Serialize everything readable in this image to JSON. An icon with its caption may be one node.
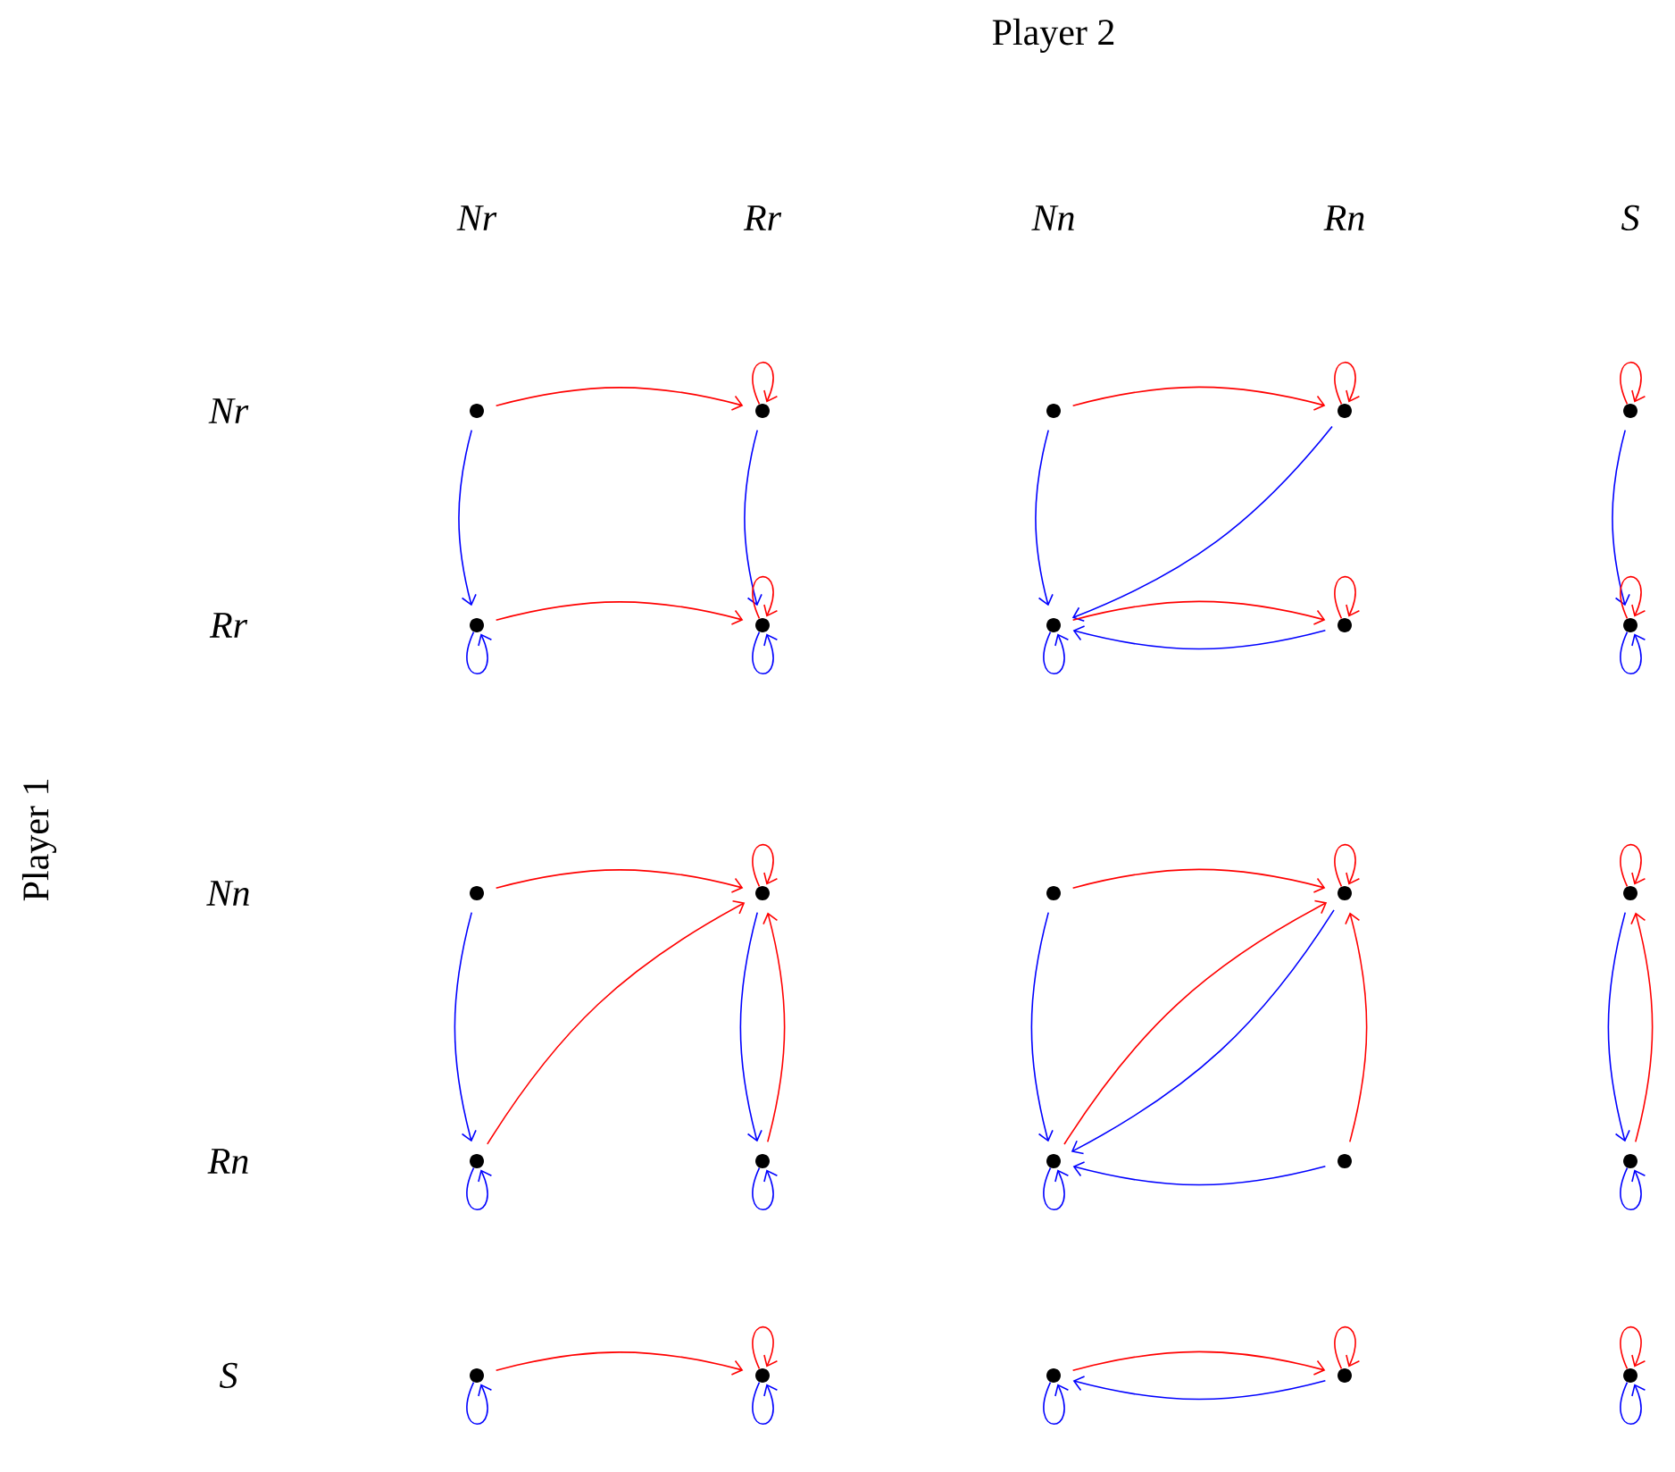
{
  "diagram": {
    "nodes": [
      {
        "text": [],
        "shape": "circle"
      },
      {
        "text": [],
        "shape": "circle"
      },
      {
        "text": [],
        "shape": "circle"
      },
      {
        "text": [],
        "shape": "circle"
      },
      {
        "text": [],
        "shape": "circle"
      },
      {
        "text": [],
        "shape": "circle"
      },
      {
        "text": [],
        "shape": "circle"
      },
      {
        "text": [],
        "shape": "circle"
      },
      {
        "text": [],
        "shape": "circle"
      },
      {
        "text": [],
        "shape": "circle"
      },
      {
        "text": [],
        "shape": "circle"
      },
      {
        "text": [],
        "shape": "circle"
      },
      {
        "text": [],
        "shape": "circle"
      },
      {
        "text": [],
        "shape": "circle"
      },
      {
        "text": [],
        "shape": "circle"
      },
      {
        "text": [],
        "shape": "circle"
      },
      {
        "text": [],
        "shape": "circle"
      },
      {
        "text": [],
        "shape": "circle"
      },
      {
        "text": [],
        "shape": "circle"
      },
      {
        "text": [],
        "shape": "circle"
      },
      {
        "text": [],
        "shape": "circle"
      },
      {
        "text": [],
        "shape": "circle"
      },
      {
        "text": [],
        "shape": "circle"
      },
      {
        "text": [],
        "shape": "circle"
      },
      {
        "text": [],
        "shape": "circle"
      }
    ],
    "edges": [
      {
        "from": 0,
        "to": 1,
        "arrow": "to",
        "color": "#ff0000"
      },
      {
        "from": 5,
        "to": 6,
        "arrow": "to",
        "color": "#ff0000"
      },
      {
        "from": 0,
        "to": 5,
        "arrow": "to",
        "color": "#0000ff"
      },
      {
        "from": 1,
        "to": 6,
        "arrow": "to",
        "color": "#0000ff"
      },
      {
        "from": 1,
        "to": 1,
        "arrow": "to",
        "color": "#ff0000"
      },
      {
        "from": 6,
        "to": 6,
        "arrow": "to",
        "color": "#ff0000"
      },
      {
        "from": 5,
        "to": 5,
        "arrow": "to",
        "color": "#0000ff"
      },
      {
        "from": 6,
        "to": 6,
        "arrow": "to",
        "color": "#0000ff"
      },
      {
        "from": 2,
        "to": 3,
        "arrow": "to",
        "color": "#ff0000"
      },
      {
        "from": 3,
        "to": 3,
        "arrow": "to",
        "color": "#ff0000"
      },
      {
        "from": 2,
        "to": 7,
        "arrow": "to",
        "color": "#0000ff"
      },
      {
        "from": 3,
        "to": 7,
        "arrow": "to",
        "color": "#0000ff"
      },
      {
        "from": 7,
        "to": 8,
        "arrow": "to",
        "color": "#ff0000"
      },
      {
        "from": 8,
        "to": 7,
        "arrow": "to",
        "color": "#0000ff"
      },
      {
        "from": 8,
        "to": 8,
        "arrow": "to",
        "color": "#ff0000"
      },
      {
        "from": 7,
        "to": 7,
        "arrow": "to",
        "color": "#0000ff"
      },
      {
        "from": 4,
        "to": 4,
        "arrow": "to",
        "color": "#ff0000"
      },
      {
        "from": 4,
        "to": 9,
        "arrow": "to",
        "color": "#0000ff"
      },
      {
        "from": 9,
        "to": 9,
        "arrow": "to",
        "color": "#ff0000"
      },
      {
        "from": 9,
        "to": 9,
        "arrow": "to",
        "color": "#0000ff"
      },
      {
        "from": 10,
        "to": 11,
        "arrow": "to",
        "color": "#ff0000"
      },
      {
        "from": 11,
        "to": 11,
        "arrow": "to",
        "color": "#ff0000"
      },
      {
        "from": 10,
        "to": 15,
        "arrow": "to",
        "color": "#0000ff"
      },
      {
        "from": 15,
        "to": 11,
        "arrow": "to",
        "color": "#ff0000"
      },
      {
        "from": 11,
        "to": 16,
        "arrow": "to",
        "color": "#0000ff"
      },
      {
        "from": 16,
        "to": 11,
        "arrow": "to",
        "color": "#ff0000"
      },
      {
        "from": 15,
        "to": 15,
        "arrow": "to",
        "color": "#0000ff"
      },
      {
        "from": 16,
        "to": 16,
        "arrow": "to",
        "color": "#0000ff"
      },
      {
        "from": 12,
        "to": 13,
        "arrow": "to",
        "color": "#ff0000"
      },
      {
        "from": 13,
        "to": 13,
        "arrow": "to",
        "color": "#ff0000"
      },
      {
        "from": 12,
        "to": 17,
        "arrow": "to",
        "color": "#0000ff"
      },
      {
        "from": 17,
        "to": 13,
        "arrow": "to",
        "color": "#ff0000"
      },
      {
        "from": 13,
        "to": 17,
        "arrow": "to",
        "color": "#0000ff"
      },
      {
        "from": 18,
        "to": 13,
        "arrow": "to",
        "color": "#ff0000"
      },
      {
        "from": 18,
        "to": 17,
        "arrow": "to",
        "color": "#0000ff"
      },
      {
        "from": 17,
        "to": 17,
        "arrow": "to",
        "color": "#0000ff"
      },
      {
        "from": 14,
        "to": 14,
        "arrow": "to",
        "color": "#ff0000"
      },
      {
        "from": 14,
        "to": 19,
        "arrow": "to",
        "color": "#0000ff"
      },
      {
        "from": 19,
        "to": 14,
        "arrow": "to",
        "color": "#ff0000"
      },
      {
        "from": 19,
        "to": 19,
        "arrow": "to",
        "color": "#0000ff"
      },
      {
        "from": 20,
        "to": 21,
        "arrow": "to",
        "color": "#ff0000"
      },
      {
        "from": 21,
        "to": 21,
        "arrow": "to",
        "color": "#ff0000"
      },
      {
        "from": 20,
        "to": 20,
        "arrow": "to",
        "color": "#0000ff"
      },
      {
        "from": 21,
        "to": 21,
        "arrow": "to",
        "color": "#0000ff"
      },
      {
        "from": 22,
        "to": 23,
        "arrow": "to",
        "color": "#ff0000"
      },
      {
        "from": 23,
        "to": 22,
        "arrow": "to",
        "color": "#0000ff"
      },
      {
        "from": 23,
        "to": 23,
        "arrow": "to",
        "color": "#ff0000"
      },
      {
        "from": 22,
        "to": 22,
        "arrow": "to",
        "color": "#0000ff"
      },
      {
        "from": 24,
        "to": 24,
        "arrow": "to",
        "color": "#ff0000"
      },
      {
        "from": 24,
        "to": 24,
        "arrow": "to",
        "color": "#0000ff"
      }
    ],
    "labels": [
      "Player 2",
      "Nr",
      "Rr",
      "Nn",
      "Rn",
      "S",
      "Player 1",
      "Nr",
      "Rr",
      "Nn",
      "Rn",
      "S"
    ]
  }
}
